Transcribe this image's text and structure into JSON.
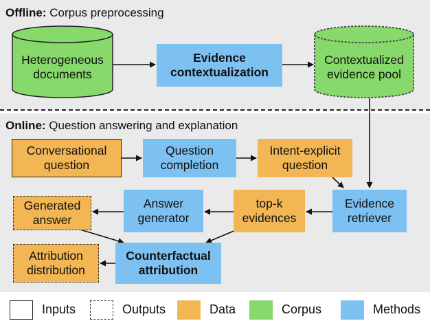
{
  "offline": {
    "title_bold": "Offline:",
    "title_rest": " Corpus preprocessing",
    "hetero_label": "Heterogeneous documents",
    "evctx_label": "Evidence contextualization",
    "pool_label": "Contextualized evidence pool"
  },
  "online": {
    "title_bold": "Online:",
    "title_rest": " Question answering and explanation",
    "conv_q": "Conversational question",
    "q_completion": "Question completion",
    "intent_q": "Intent-explicit question",
    "retriever": "Evidence retriever",
    "topk": "top-k evidences",
    "ans_gen": "Answer generator",
    "gen_answer": "Generated answer",
    "counterfactual": "Counterfactual attribution",
    "attribution": "Attribution distribution"
  },
  "legend": {
    "inputs": "Inputs",
    "outputs": "Outputs",
    "data": "Data",
    "corpus": "Corpus",
    "methods": "Methods"
  },
  "colors": {
    "method": "#7dc1f2",
    "data": "#f2b654",
    "corpus": "#86d96a"
  }
}
